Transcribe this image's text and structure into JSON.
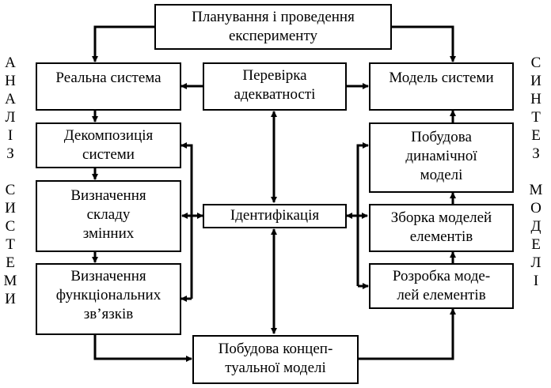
{
  "diagram": {
    "nodes": {
      "planning": [
        "Планування і проведення",
        "експерименту"
      ],
      "real_system": [
        "Реальна система"
      ],
      "adequacy_check": [
        "Перевірка",
        "адекватності"
      ],
      "system_model": [
        "Модель системи"
      ],
      "decomposition": [
        "Декомпозиція",
        "системи"
      ],
      "variables": [
        "Визначення",
        "складу",
        "змінних"
      ],
      "identification": [
        "Ідентифікація"
      ],
      "dynamic_model": [
        "Побудова",
        "динамічної",
        "моделі"
      ],
      "assembly": [
        "Зборка моделей",
        "елементів"
      ],
      "element_models": [
        "Розробка моде-",
        "лей елементів"
      ],
      "functional_links": [
        "Визначення",
        "функціональних",
        "зв’язків"
      ],
      "conceptual_model": [
        "Побудова концеп-",
        "туальної моделі"
      ]
    },
    "left_label": [
      "А",
      "Н",
      "А",
      "Л",
      "І",
      "З",
      "",
      "С",
      "И",
      "С",
      "Т",
      "Е",
      "М",
      "И"
    ],
    "right_label": [
      "С",
      "И",
      "Н",
      "Т",
      "Е",
      "З",
      "",
      "М",
      "О",
      "Д",
      "Е",
      "Л",
      "І"
    ],
    "edges": [
      {
        "from": "planning",
        "to": "real_system"
      },
      {
        "from": "planning",
        "to": "system_model"
      },
      {
        "from": "adequacy_check",
        "to": "real_system"
      },
      {
        "from": "adequacy_check",
        "to": "system_model"
      },
      {
        "from": "adequacy_check",
        "to": "identification",
        "bidirectional": true
      },
      {
        "from": "real_system",
        "to": "decomposition"
      },
      {
        "from": "decomposition",
        "to": "variables"
      },
      {
        "from": "variables",
        "to": "functional_links"
      },
      {
        "from": "identification",
        "to": "decomposition"
      },
      {
        "from": "identification",
        "to": "variables",
        "bidirectional": true
      },
      {
        "from": "identification",
        "to": "functional_links"
      },
      {
        "from": "identification",
        "to": "dynamic_model"
      },
      {
        "from": "identification",
        "to": "assembly",
        "bidirectional": true
      },
      {
        "from": "identification",
        "to": "element_models"
      },
      {
        "from": "identification",
        "to": "conceptual_model",
        "bidirectional": true
      },
      {
        "from": "functional_links",
        "to": "conceptual_model"
      },
      {
        "from": "conceptual_model",
        "to": "element_models"
      },
      {
        "from": "element_models",
        "to": "assembly"
      },
      {
        "from": "assembly",
        "to": "dynamic_model"
      },
      {
        "from": "dynamic_model",
        "to": "system_model"
      }
    ]
  }
}
